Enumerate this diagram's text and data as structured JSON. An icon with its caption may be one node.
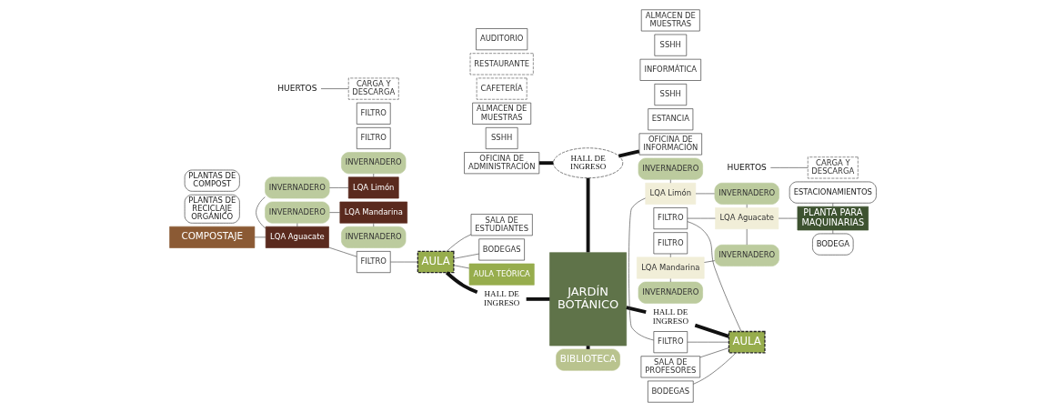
{
  "diagram": {
    "nodes": [
      {
        "text": [
          "OFICINA DE ADMINISTRACIÓN"
        ]
      },
      {
        "text": [
          "HALL DE INGRESO"
        ]
      },
      {
        "text": [
          "OFICINA DE INFORMACIÓN"
        ]
      },
      {
        "text": [
          "JARDÍN BOTÁNICO"
        ]
      },
      {
        "text": [
          "HALL DE INGRESO"
        ]
      },
      {
        "text": [
          "HALL DE INGRESO"
        ]
      },
      {
        "text": [
          "INVERNADERO"
        ]
      },
      {
        "text": [
          "LQA Limón"
        ]
      },
      {
        "text": [
          "FILTRO"
        ]
      },
      {
        "text": [
          "PLANTAS DE RECICLAJE ORGÁNICO"
        ]
      },
      {
        "text": [
          "INVERNADERO"
        ]
      },
      {
        "text": [
          "COMPOSTAJE"
        ]
      },
      {
        "text": [
          "LQA Aguacate"
        ]
      },
      {
        "text": [
          "FILTRO"
        ]
      },
      {
        "text": [
          "AULA"
        ]
      },
      {
        "text": [
          "PLANTAS DE COMPOST"
        ]
      },
      {
        "text": [
          "INVERNADERO"
        ]
      },
      {
        "text": [
          "FILTRO"
        ]
      },
      {
        "text": [
          "LQA Mandarina"
        ]
      },
      {
        "text": [
          "INVERNADERO"
        ]
      },
      {
        "text": [
          "SSHH"
        ]
      },
      {
        "text": [
          "SALA DE ESTUDIANTES"
        ]
      },
      {
        "text": [
          "BODEGAS"
        ]
      },
      {
        "text": [
          "ALMACEN DE MUESTRAS"
        ]
      },
      {
        "text": [
          "AULA TEÓRICA"
        ]
      },
      {
        "text": [
          "HUERTOS"
        ]
      },
      {
        "text": [
          "CARGA Y DESCARGA"
        ]
      },
      {
        "text": [
          "CAFETERÍA"
        ]
      },
      {
        "text": [
          "RESTAURANTE"
        ]
      },
      {
        "text": [
          "ESTANCIA"
        ]
      },
      {
        "text": [
          "SSHH"
        ]
      },
      {
        "text": [
          "AUDITORIO"
        ]
      },
      {
        "text": [
          "BIBLIOTECA"
        ]
      },
      {
        "text": [
          "INFORMÁTICA"
        ]
      },
      {
        "text": [
          "INVERNADERO"
        ]
      },
      {
        "text": [
          "LQA Limón"
        ]
      },
      {
        "text": [
          "FILTRO"
        ]
      },
      {
        "text": [
          "SSHH"
        ]
      },
      {
        "text": [
          "SALA DE PROFESORES"
        ]
      },
      {
        "text": [
          "AULA"
        ]
      },
      {
        "text": [
          "FILTRO"
        ]
      },
      {
        "text": [
          "LQA Aguacate"
        ]
      },
      {
        "text": [
          "INVERNADERO"
        ]
      },
      {
        "text": [
          "INVERNADERO"
        ]
      },
      {
        "text": [
          "ESTACIONAMIENTOS"
        ]
      },
      {
        "text": [
          "PLANTA PARA MAQUINARIAS"
        ]
      },
      {
        "text": [
          "BODEGA"
        ]
      },
      {
        "text": [
          "BODEGAS"
        ]
      },
      {
        "text": [
          "ALMACEN DE MUESTRAS"
        ]
      },
      {
        "text": [
          "FILTRO"
        ]
      },
      {
        "text": [
          "LQA Mandarina"
        ]
      },
      {
        "text": [
          "INVERNADERO"
        ]
      },
      {
        "text": [
          "HUERTOS"
        ]
      },
      {
        "text": [
          "CARGA Y DESCARGA"
        ]
      }
    ],
    "edges": [
      {
        "from": 0,
        "to": 1,
        "arrow": "none",
        "style": "thick"
      },
      {
        "from": 1,
        "to": 2,
        "arrow": "none",
        "style": "thick"
      },
      {
        "from": 1,
        "to": 3,
        "arrow": "none",
        "style": "thick"
      },
      {
        "from": 14,
        "to": 4,
        "arrow": "none",
        "style": "thick"
      },
      {
        "from": 4,
        "to": 3,
        "arrow": "none",
        "style": "thick"
      },
      {
        "from": 3,
        "to": 5,
        "arrow": "none",
        "style": "thick"
      },
      {
        "from": 5,
        "to": 39,
        "arrow": "none",
        "style": "thick"
      },
      {
        "from": 3,
        "to": 32,
        "arrow": "none",
        "style": "thick"
      },
      {
        "from": 6,
        "to": 7,
        "arrow": "none"
      },
      {
        "from": 10,
        "to": 7,
        "arrow": "none"
      },
      {
        "from": 10,
        "to": 12,
        "arrow": "none"
      },
      {
        "from": 16,
        "to": 12,
        "arrow": "none"
      },
      {
        "from": 16,
        "to": 18,
        "arrow": "none"
      },
      {
        "from": 18,
        "to": 19,
        "arrow": "none"
      },
      {
        "from": 11,
        "to": 12,
        "arrow": "none"
      },
      {
        "from": 12,
        "to": 13,
        "arrow": "none"
      },
      {
        "from": 13,
        "to": 14,
        "arrow": "none"
      },
      {
        "from": 14,
        "to": 21,
        "arrow": "none"
      },
      {
        "from": 14,
        "to": 22,
        "arrow": "none"
      },
      {
        "from": 14,
        "to": 24,
        "arrow": "none"
      },
      {
        "from": 25,
        "to": 26,
        "arrow": "none"
      },
      {
        "from": 38,
        "to": 39,
        "arrow": "none"
      },
      {
        "from": 47,
        "to": 39,
        "arrow": "none"
      },
      {
        "from": 34,
        "to": 35,
        "arrow": "none"
      },
      {
        "from": 35,
        "to": 36,
        "arrow": "none"
      },
      {
        "from": 36,
        "to": 39,
        "arrow": "none"
      },
      {
        "from": 39,
        "to": 40,
        "arrow": "none"
      },
      {
        "from": 40,
        "to": 41,
        "arrow": "none"
      },
      {
        "from": 35,
        "to": 42,
        "arrow": "none"
      },
      {
        "from": 42,
        "to": 41,
        "arrow": "none"
      },
      {
        "from": 41,
        "to": 43,
        "arrow": "none"
      },
      {
        "from": 50,
        "to": 43,
        "arrow": "none"
      },
      {
        "from": 49,
        "to": 50,
        "arrow": "none"
      },
      {
        "from": 50,
        "to": 51,
        "arrow": "none"
      },
      {
        "from": 41,
        "to": 45,
        "arrow": "none"
      },
      {
        "from": 44,
        "to": 45,
        "arrow": "none"
      },
      {
        "from": 45,
        "to": 46,
        "arrow": "none"
      },
      {
        "from": 52,
        "to": 53,
        "arrow": "none"
      }
    ]
  }
}
